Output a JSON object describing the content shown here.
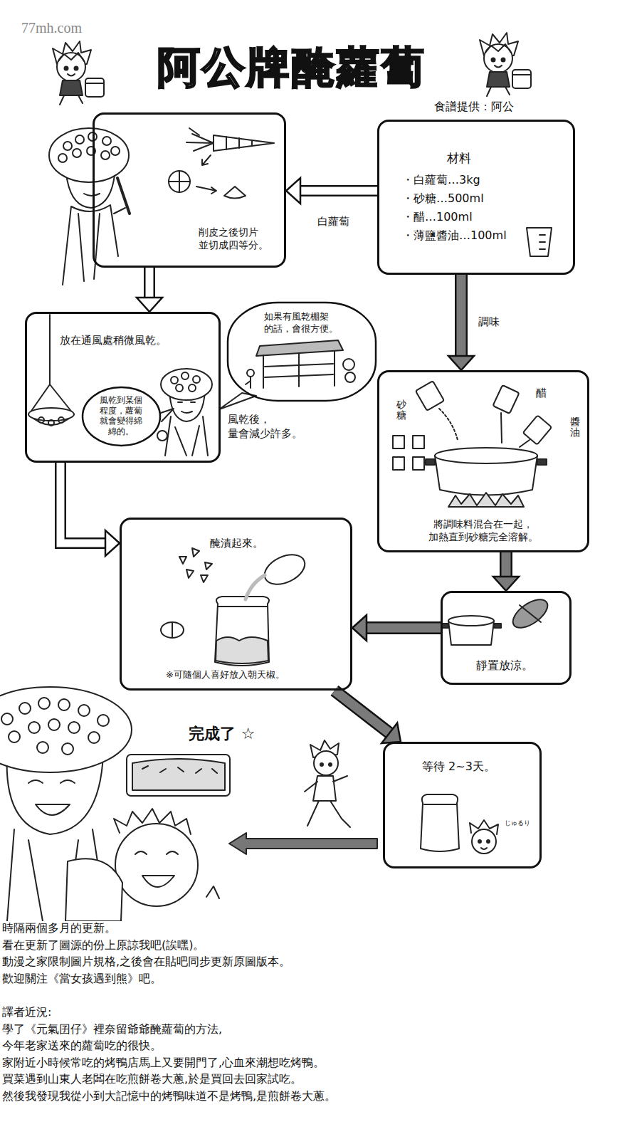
{
  "diagram": {
    "title": "阿公牌醃蘿蔔",
    "nodes": [
      {
        "text": [
          "材料",
          "・白蘿蔔…3kg",
          "・砂糖…500ml",
          "・醋…100ml",
          "・薄鹽醬油…100ml"
        ]
      },
      {
        "text": [
          "削皮之後切片 並切成四等分。"
        ]
      },
      {
        "text": [
          "放在通風處稍微風乾。"
        ]
      },
      {
        "text": [
          "風乾到某個程度，蘿蔔就會變得綿綿的。"
        ],
        "in": 2
      },
      {
        "text": [
          "如果有風乾棚架 的話，會很方便。"
        ]
      },
      {
        "text": [
          "砂糖",
          "醋",
          "醬油",
          "將調味料混合在一起， 加熱直到砂糖完全溶解。"
        ]
      },
      {
        "text": [
          "靜置放涼。"
        ]
      },
      {
        "text": [
          "醃漬起來。",
          "※可隨個人喜好放入朝天椒。"
        ]
      },
      {
        "text": [
          "等待 2~3天。",
          "じゅるり"
        ]
      }
    ],
    "edges": [
      {
        "from": 0,
        "to": 1,
        "label": "白蘿蔔",
        "arrow": "to"
      },
      {
        "from": 1,
        "to": 2,
        "arrow": "to"
      },
      {
        "from": 2,
        "to": 7,
        "arrow": "to"
      },
      {
        "from": 0,
        "to": 5,
        "label": "調味",
        "arrow": "to"
      },
      {
        "from": 5,
        "to": 6,
        "arrow": "to"
      },
      {
        "from": 6,
        "to": 7,
        "arrow": "to"
      },
      {
        "from": 7,
        "to": 8,
        "arrow": "to"
      }
    ],
    "labels": [
      "77mh.com",
      "食譜提供：阿公",
      "風乾後， 量會減少許多。",
      "完成了 ☆",
      "時隔兩個多月的更新。",
      "看在更新了圖源的份上原諒我吧(誒嘿)。",
      "動漫之家限制圖片規格,之後會在貼吧同步更新原圖版本。",
      "歡迎關注《當女孩遇到熊》吧。",
      "譯者近況:",
      "學了《元氣囝仔》裡奈留爺爺醃蘿蔔的方法,",
      "今年老家送來的蘿蔔吃的很快。",
      "家附近小時候常吃的烤鴨店馬上又要開門了,心血來潮想吃烤鴨。",
      "買菜遇到山東人老闆在吃煎餅卷大蔥,於是買回去回家試吃。",
      "然後我發現我從小到大記憶中的烤鴨味道不是烤鴨,是煎餅卷大蔥。"
    ]
  }
}
